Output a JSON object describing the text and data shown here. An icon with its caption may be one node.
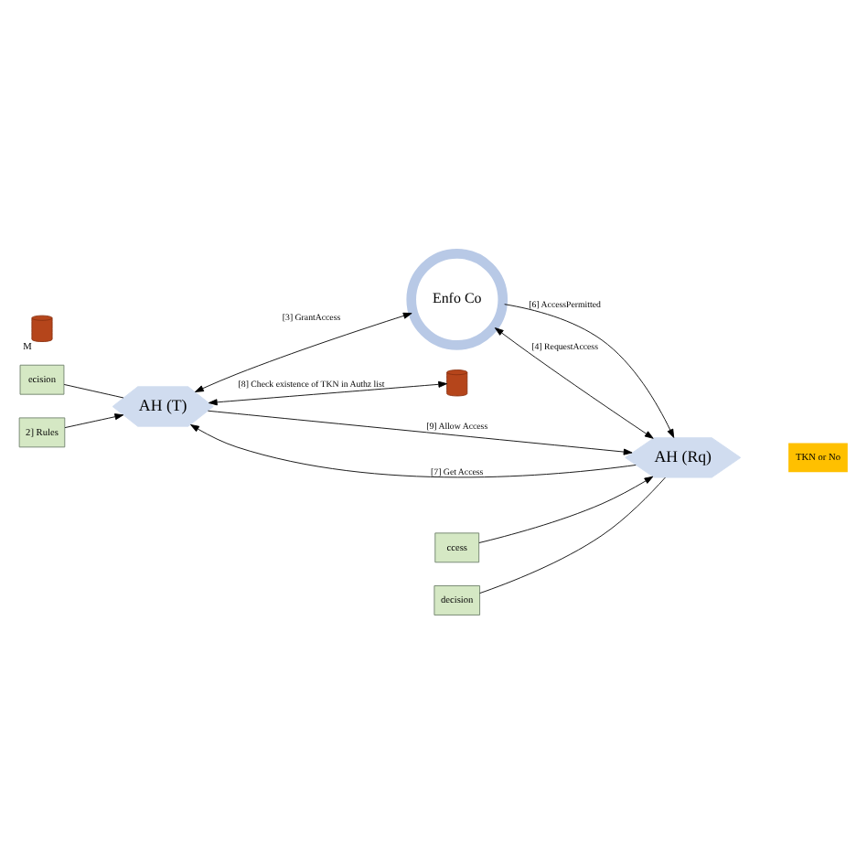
{
  "diagram": {
    "nodes": [
      {
        "text": [
          "ecision"
        ]
      },
      {
        "text": [
          "2] Rules"
        ]
      },
      {
        "text": [
          "AH (T)"
        ]
      },
      {
        "text": [
          "Enfo Co"
        ]
      },
      {
        "text": [],
        "shape": "cylinder"
      },
      {
        "text": [
          "ccess"
        ]
      },
      {
        "text": [
          "decision"
        ]
      },
      {
        "text": [
          "AH (Rq)"
        ]
      },
      {
        "text": [],
        "shape": "cylinder",
        "beside": [
          "M"
        ]
      }
    ],
    "edges": [
      {
        "from": 0,
        "to": 2,
        "arrow": "none"
      },
      {
        "from": 1,
        "to": 2,
        "arrow": "to"
      },
      {
        "from": 2,
        "to": 3,
        "arrow": "both",
        "label": "[3] GrantAccess"
      },
      {
        "from": 2,
        "to": 4,
        "arrow": "both",
        "label": "[8] Check existence of TKN in Authz list"
      },
      {
        "from": 7,
        "to": 2,
        "arrow": "to",
        "label": "[7] Get Access"
      },
      {
        "from": 2,
        "to": 7,
        "arrow": "to",
        "label": "[9] Allow Access"
      },
      {
        "from": 5,
        "to": 7,
        "arrow": "to"
      },
      {
        "from": 6,
        "to": 7,
        "arrow": "none"
      },
      {
        "from": 7,
        "to": 3,
        "arrow": "both",
        "label": "[4] RequestAccess"
      },
      {
        "from": 3,
        "to": 7,
        "arrow": "to",
        "label": "[6] AccessPermitted"
      }
    ],
    "labels": [
      "TKN or No"
    ]
  }
}
